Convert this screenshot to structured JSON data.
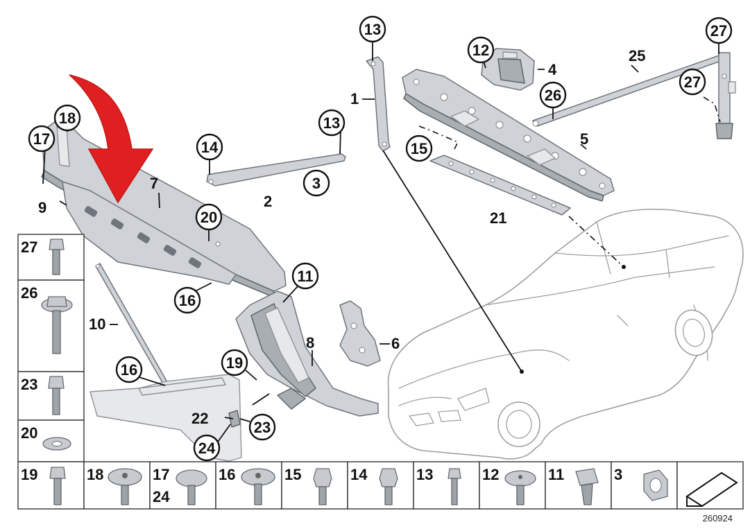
{
  "diagram": {
    "reference_number": "260924",
    "callouts": {
      "c1": "1",
      "c2": "2",
      "c3": "3",
      "c4": "4",
      "c5": "5",
      "c6": "6",
      "c7": "7",
      "c8": "8",
      "c9": "9",
      "c10": "10",
      "c11": "11",
      "c12": "12",
      "c13a": "13",
      "c13b": "13",
      "c14": "14",
      "c15": "15",
      "c16a": "16",
      "c16b": "16",
      "c17": "17",
      "c18": "18",
      "c19": "19",
      "c20": "20",
      "c21": "21",
      "c22": "22",
      "c23": "23",
      "c24": "24",
      "c25": "25",
      "c26": "26",
      "c27a": "27",
      "c27b": "27"
    },
    "side_boxes": [
      "27",
      "26",
      "23",
      "20"
    ],
    "bottom_boxes": [
      "19",
      "18",
      "17",
      "16",
      "15",
      "14",
      "13",
      "12",
      "11",
      "3"
    ],
    "bottom_box_extra": "24",
    "colors": {
      "arrow": "#e02020",
      "part": "#cfd3d7",
      "outline": "#111111",
      "car_outline": "#9a9ea3"
    },
    "icons": {
      "highlight": "red-arrow-icon",
      "corner": "paper-corner-icon"
    }
  }
}
